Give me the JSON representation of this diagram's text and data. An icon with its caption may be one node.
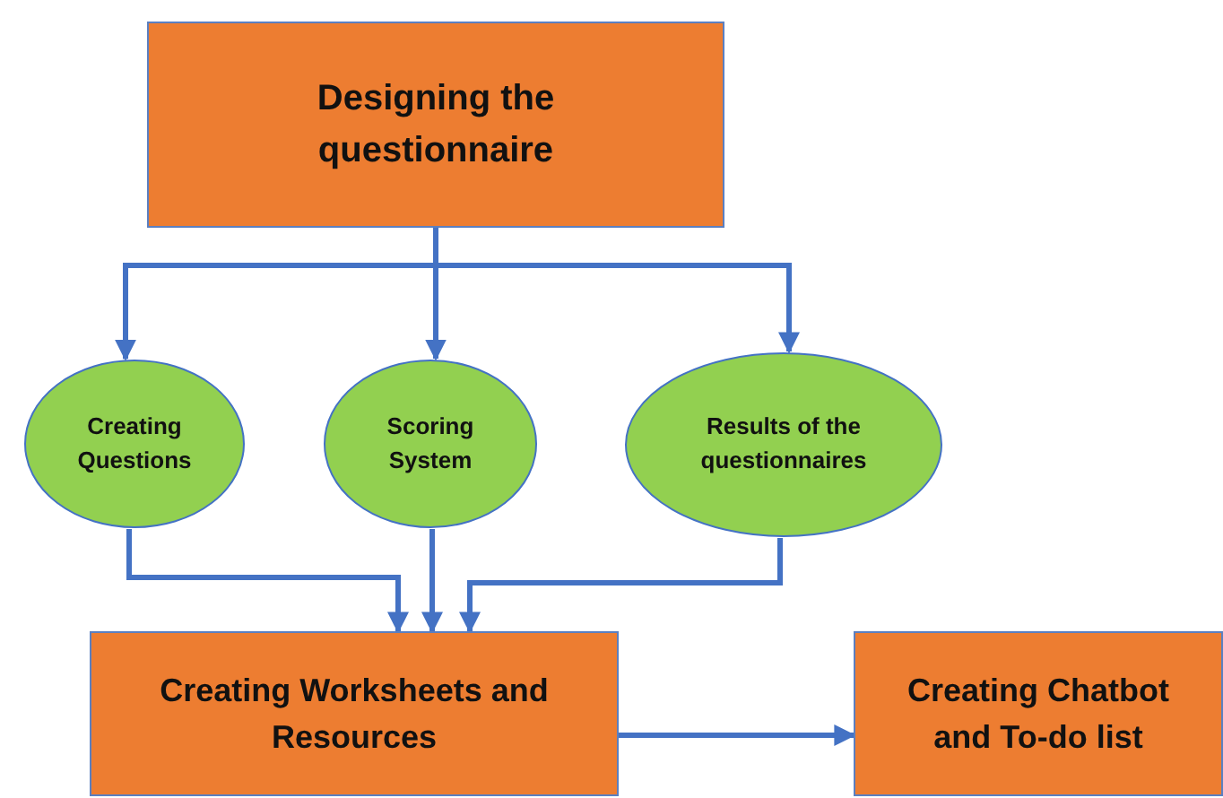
{
  "diagram": {
    "nodes": [
      {
        "text": [
          "Designing the questionnaire"
        ]
      },
      {
        "text": [
          "Creating Questions"
        ]
      },
      {
        "text": [
          "Scoring System"
        ]
      },
      {
        "text": [
          "Results of the questionnaires"
        ]
      },
      {
        "text": [
          "Creating Worksheets and Resources"
        ]
      },
      {
        "text": [
          "Creating Chatbot and To-do list"
        ]
      }
    ],
    "edges": [
      {
        "from": 0,
        "to": 1,
        "arrow": "to"
      },
      {
        "from": 0,
        "to": 2,
        "arrow": "to"
      },
      {
        "from": 0,
        "to": 3,
        "arrow": "to"
      },
      {
        "from": 1,
        "to": 4,
        "arrow": "to"
      },
      {
        "from": 2,
        "to": 4,
        "arrow": "to"
      },
      {
        "from": 3,
        "to": 4,
        "arrow": "to"
      },
      {
        "from": 4,
        "to": 5,
        "arrow": "to"
      }
    ]
  }
}
